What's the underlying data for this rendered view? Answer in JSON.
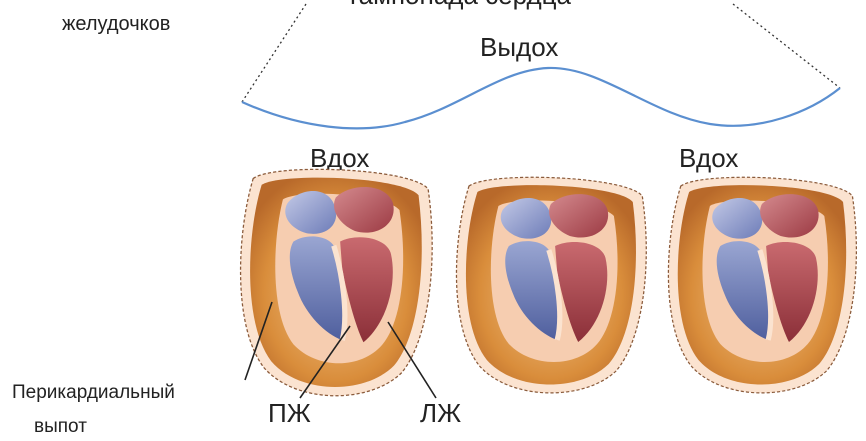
{
  "labels": {
    "top_left": "желудочков",
    "top_center": "тампонада сердца",
    "expiration": "Выдох",
    "inspiration_left": "Вдох",
    "inspiration_right": "Вдох",
    "effusion_line1": "Перикардиальный",
    "effusion_line2": "выпот",
    "rv": "ПЖ",
    "lv": "ЛЖ"
  },
  "colors": {
    "wave": "#5b8fd0",
    "dotted_lines": "#333333",
    "pericardial_fluid": "#c97a2e",
    "pericardial_fluid_light": "#e9b26d",
    "myocardium": "#f3c6a5",
    "right_ventricle": "#6f7fb5",
    "left_ventricle": "#a8474d",
    "background": "#ffffff"
  }
}
